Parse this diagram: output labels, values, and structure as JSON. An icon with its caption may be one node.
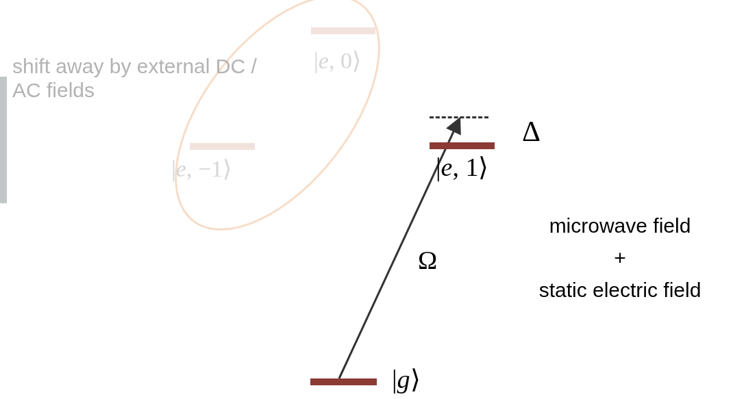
{
  "diagram": {
    "nodes": [
      {
        "text": [],
        "shape": "bar",
        "beside": [
          "|*e*, 0⟩"
        ]
      },
      {
        "text": [],
        "shape": "bar",
        "beside": [
          "|*e*, −1⟩"
        ]
      },
      {
        "text": [],
        "shape": "line"
      },
      {
        "text": [],
        "shape": "bar",
        "beside": [
          "|*e*, 1⟩"
        ]
      },
      {
        "text": [],
        "shape": "bar",
        "beside": [
          "|*g*⟩"
        ]
      }
    ],
    "edges": [
      {
        "from": 4,
        "to": 2,
        "arrow": "to",
        "label": "Ω"
      }
    ],
    "labels": [
      "shift away by external DC / AC fields",
      "Δ",
      "microwave field",
      "+",
      "static electric field"
    ]
  }
}
